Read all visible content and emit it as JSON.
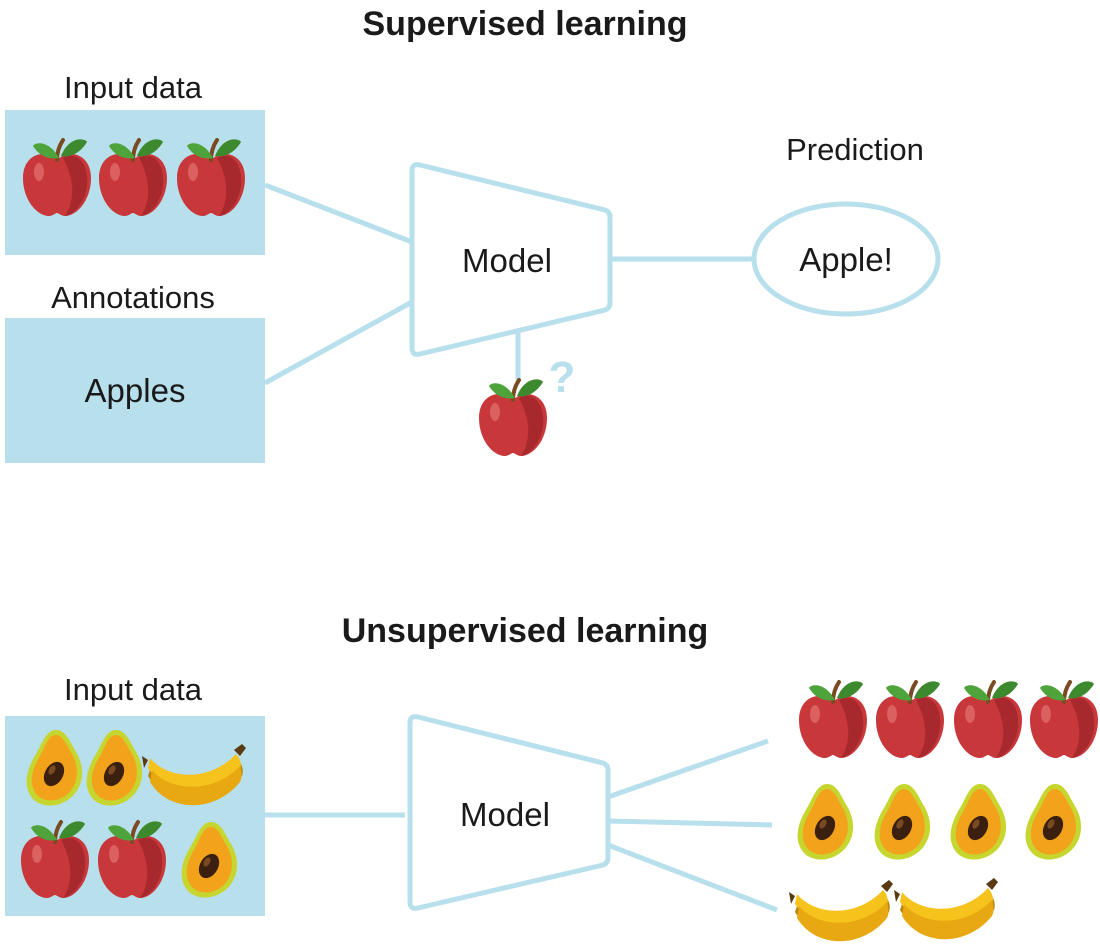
{
  "supervised": {
    "title": "Supervised learning",
    "input_label": "Input data",
    "annotations_label": "Annotations",
    "annotation_text": "Apples",
    "model_label": "Model",
    "prediction_label": "Prediction",
    "prediction_text": "Apple!",
    "query_mark": "?"
  },
  "unsupervised": {
    "title": "Unsupervised learning",
    "input_label": "Input data",
    "model_label": "Model"
  },
  "colors": {
    "box_fill": "#b7dfec",
    "line": "#b7dfec",
    "apple": "#c8373a",
    "leaf": "#4fa33b",
    "papaya": "#f2a31b",
    "papaya_rim": "#c7d52f",
    "banana": "#f6c21c"
  },
  "icons": {
    "apple": "apple-icon",
    "papaya": "papaya-icon",
    "banana": "banana-icon"
  }
}
